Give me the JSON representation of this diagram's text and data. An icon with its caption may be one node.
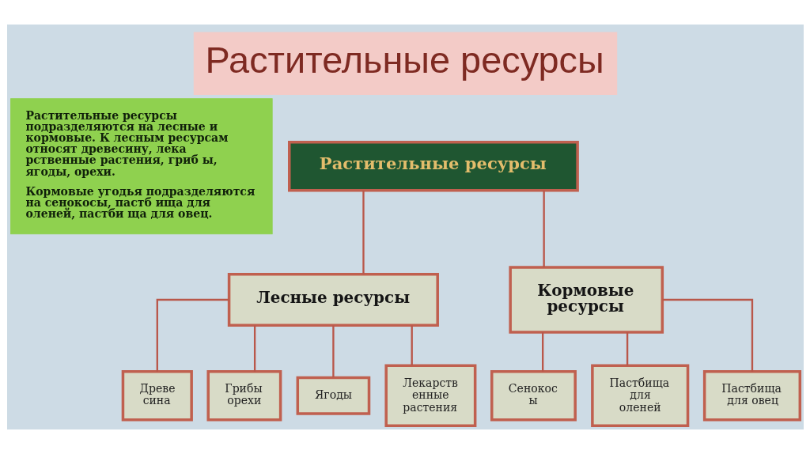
{
  "diagram": {
    "title": "Растительные ресурсы",
    "nodes": [
      {
        "text": [
          "Растительные ресурсы подразделяются на лесные и кормовые. К лесным ресурсам относят древесину, лека рственные растения, гриб ы, ягоды, орехи.",
          "Кормовые угодья подразделяются на сенокосы, пастб ища для оленей, пастби ща для овец."
        ]
      },
      {
        "text": [
          "Растительные ресурсы"
        ]
      },
      {
        "text": [
          "Лесные ресурсы"
        ]
      },
      {
        "text": [
          "Кормовые ресурсы"
        ]
      },
      {
        "text": [
          "Древе сина"
        ]
      },
      {
        "text": [
          "Грибы орехи"
        ]
      },
      {
        "text": [
          "Ягоды"
        ]
      },
      {
        "text": [
          "Лекарств енные растения"
        ]
      },
      {
        "text": [
          "Сенокос ы"
        ]
      },
      {
        "text": [
          "Пастбища для оленей"
        ]
      },
      {
        "text": [
          "Пастбища для овец"
        ]
      }
    ],
    "edges": [
      {
        "from": 1,
        "to": 2,
        "arrow": "none"
      },
      {
        "from": 1,
        "to": 3,
        "arrow": "none"
      },
      {
        "from": 2,
        "to": 4,
        "arrow": "none"
      },
      {
        "from": 2,
        "to": 5,
        "arrow": "none"
      },
      {
        "from": 2,
        "to": 6,
        "arrow": "none"
      },
      {
        "from": 2,
        "to": 7,
        "arrow": "none"
      },
      {
        "from": 3,
        "to": 8,
        "arrow": "none"
      },
      {
        "from": 3,
        "to": 9,
        "arrow": "none"
      },
      {
        "from": 3,
        "to": 10,
        "arrow": "none"
      }
    ]
  }
}
